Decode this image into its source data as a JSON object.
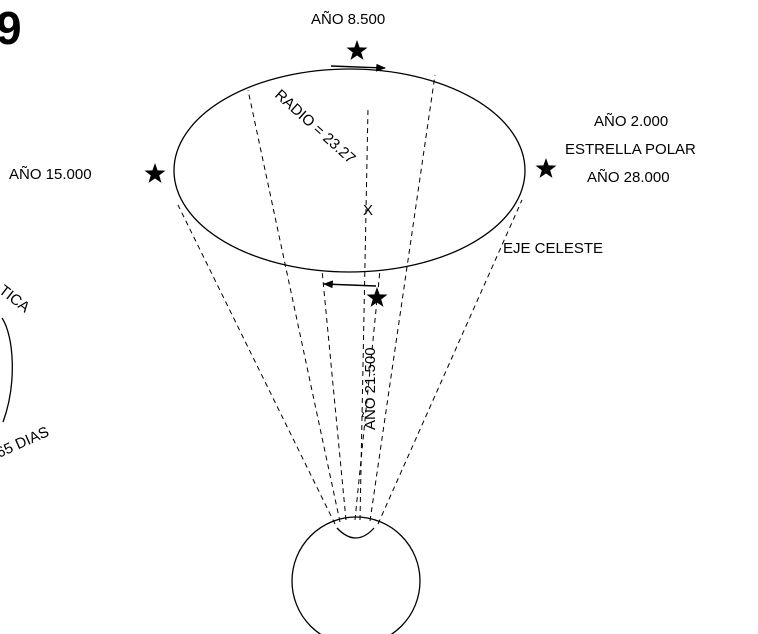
{
  "figure_number": "9",
  "labels": {
    "year_8500": "AÑO 8.500",
    "year_2000": "AÑO 2.000",
    "polar_star": "ESTRELLA POLAR",
    "year_28000": "AÑO 28.000",
    "year_15000": "AÑO 15.000",
    "radius": "RADIO = 23.27",
    "center_mark": "X",
    "celestial_axis": "EJE CELESTE",
    "year_21500": "AÑO 21.500",
    "ecliptic_partial": "TICA",
    "days_partial": "65 DIAS"
  },
  "colors": {
    "ink": "#000000",
    "background": "#ffffff"
  }
}
